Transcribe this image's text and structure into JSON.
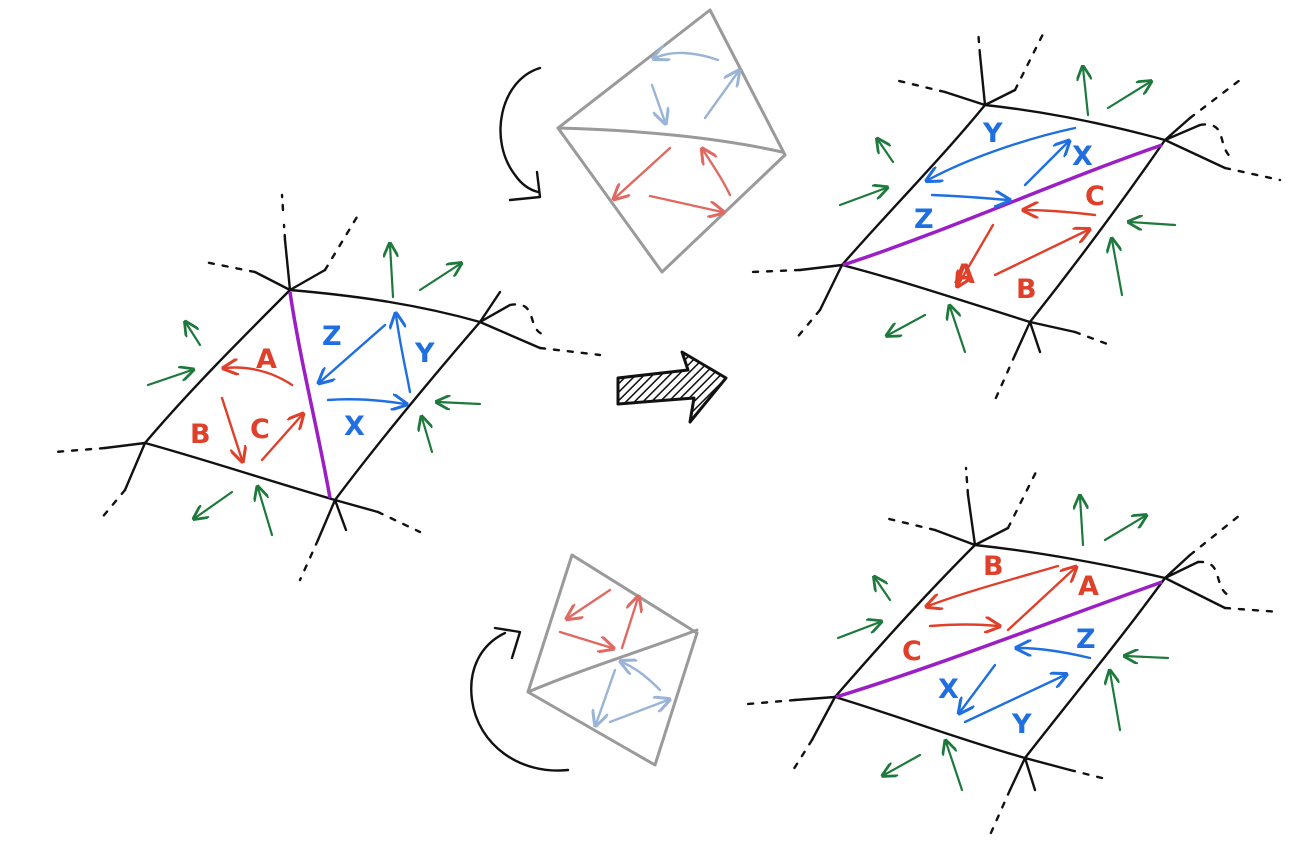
{
  "colors": {
    "edge": "#111111",
    "diagonal": "#9b1fc4",
    "red": "#e0402a",
    "blue": "#1f6fe0",
    "green": "#1e7a3c",
    "gray": "#9a9a9a",
    "pale_red": "#e06a62",
    "pale_blue": "#9ab4d6"
  },
  "labels": {
    "left": {
      "a": "A",
      "b": "B",
      "c": "C",
      "x": "X",
      "y": "Y",
      "z": "Z"
    },
    "top_right": {
      "a": "A",
      "b": "B",
      "c": "C",
      "x": "X",
      "y": "Y",
      "z": "Z"
    },
    "bottom_right": {
      "a": "A",
      "b": "B",
      "c": "C",
      "x": "X",
      "y": "Y",
      "z": "Z"
    }
  },
  "icons": {
    "transform_arrow": "right-arrow-icon",
    "rotate_top": "curved-arrow-icon",
    "rotate_bottom": "curved-arrow-icon"
  }
}
